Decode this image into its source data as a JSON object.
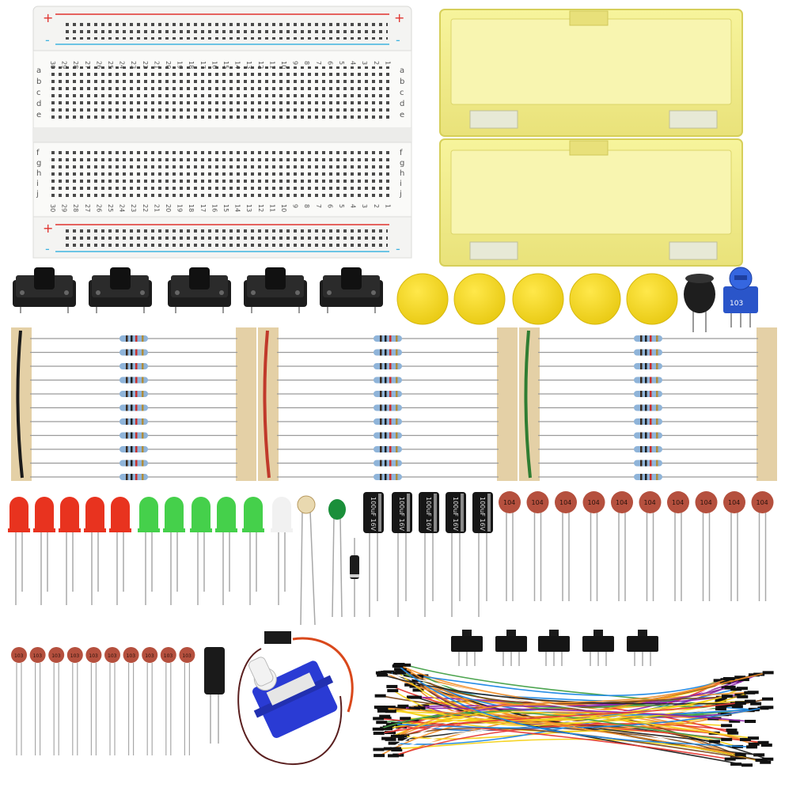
{
  "breadboard": {
    "plus_sign": "+",
    "minus_sign": "-",
    "row_letters_top": [
      "a",
      "b",
      "c",
      "d",
      "e"
    ],
    "row_letters_bottom": [
      "f",
      "g",
      "h",
      "i",
      "j"
    ],
    "column_numbers": [
      "30",
      "29",
      "28",
      "27",
      "26",
      "25",
      "24",
      "23",
      "22",
      "21",
      "20",
      "19",
      "18",
      "17",
      "16",
      "15",
      "14",
      "13",
      "12",
      "11",
      "10",
      "9",
      "8",
      "7",
      "6",
      "5",
      "4",
      "3",
      "2",
      "1"
    ]
  },
  "capacitor_ceramic_label": "104",
  "capacitor_small_label": "103",
  "electrolytic_label": "100uF 16V",
  "potentiometer_label": "103",
  "colors": {
    "storage_box": "#f3ee8a",
    "button_cap": "#f2d820",
    "led_red": "#e8331f",
    "led_green": "#45d04b",
    "ceramic_cap": "#b5503e",
    "resistor_body": "#8fb4d9"
  }
}
